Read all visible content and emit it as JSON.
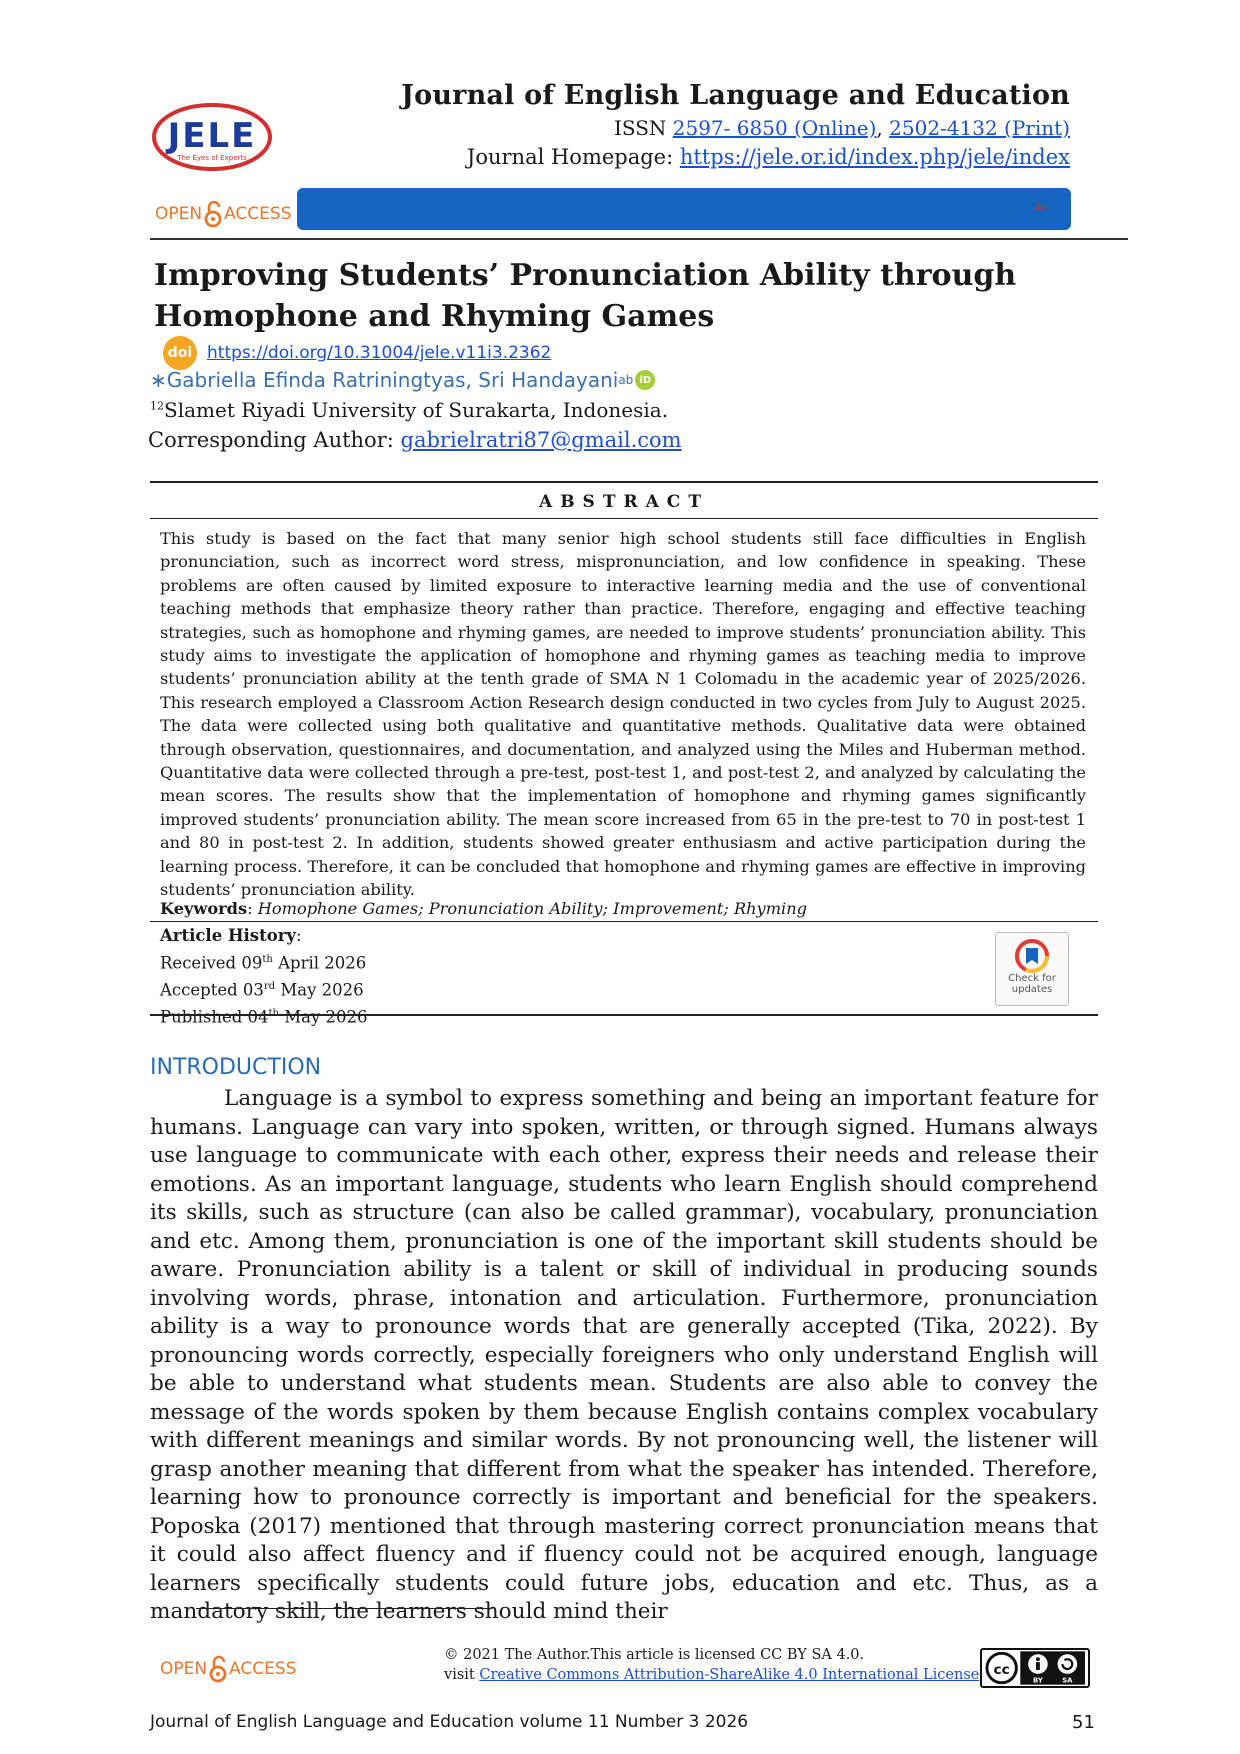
{
  "header": {
    "logo_text": "JELE",
    "logo_tagline": "The Eyes of Experts",
    "journal_title": "Journal of English Language and Education",
    "issn_prefix": "ISSN ",
    "issn_online": "2597- 6850 (Online)",
    "issn_sep": ", ",
    "issn_print": "2502-4132 (Print)",
    "homepage_label": "Journal Homepage: ",
    "homepage_url": "https://jele.or.id/index.php/jele/index",
    "open_access_left": "OPEN",
    "open_access_right": "ACCESS",
    "bar_text": "Ar",
    "bar_color": "#1565c0",
    "accent_color": "#e8762b"
  },
  "title": {
    "line1": "Improving Students’ Pronunciation Ability through",
    "line2": "Homophone and Rhyming Games",
    "doi_badge": "doi",
    "doi_url": "https://doi.org/10.31004/jele.v11i3.2362",
    "author_prefix": "∗ ",
    "authors": "Gabriella Efinda Ratriningtyas, Sri Handayani",
    "author_sup": "ab",
    "orcid_badge": "iD",
    "affil_sup": "12",
    "affiliation": "Slamet Riyadi University of Surakarta, Indonesia.",
    "corresponding_label": "Corresponding Author: ",
    "corresponding_email": "gabrielratri87@gmail.com"
  },
  "abstract": {
    "heading": "ABSTRACT",
    "body": "This study is based on the fact that many senior high school students still face difficulties in English pronunciation, such as incorrect word stress, mispronunciation, and low confidence in speaking. These problems are often caused by limited exposure to interactive learning media and the use of conventional teaching methods that emphasize theory rather than practice. Therefore, engaging and effective teaching strategies, such as homophone and rhyming games, are needed to improve students’ pronunciation ability. This study aims to investigate the application of homophone and rhyming games as teaching media to improve students’ pronunciation ability at the tenth grade of SMA N 1 Colomadu in the academic year of 2025/2026. This research employed a Classroom Action Research design conducted in two cycles from July to August 2025. The data were collected using both qualitative and quantitative methods. Qualitative data were obtained through observation, questionnaires, and documentation, and analyzed using the Miles and Huberman method. Quantitative data were collected through a pre-test, post-test 1, and post-test 2, and analyzed by calculating the mean scores. The results show that the implementation of homophone and rhyming games significantly improved students’ pronunciation ability. The mean score increased from 65 in the pre-test to 70 in post-test 1 and 80 in post-test 2. In addition, students showed greater enthusiasm and active participation during the learning process. Therefore, it can be concluded that homophone and rhyming games are effective in improving students’ pronunciation ability.",
    "keywords_label": "Keywords",
    "keywords_colon": ": ",
    "keywords": "Homophone Games; Pronunciation Ability; Improvement; Rhyming"
  },
  "history": {
    "label": "Article History",
    "colon": ":",
    "received_pre": "Received 09",
    "received_sup": "th",
    "received_post": " April 2026",
    "accepted_pre": "Accepted 03",
    "accepted_sup": "rd",
    "accepted_post": " May 2026",
    "published_pre": "Published 04",
    "published_sup": "th",
    "published_post": " May 2026",
    "check_updates": "Check for updates"
  },
  "introduction": {
    "heading": "INTRODUCTION",
    "body": "Language is a symbol to express something and being an important feature for humans. Language can vary into spoken, written, or through signed. Humans always use language to communicate with each other, express their needs and release their emotions. As an important language, students who learn English should comprehend its skills, such as structure (can also be called grammar), vocabulary, pronunciation and etc. Among them, pronunciation is one of the important skill students should be aware. Pronunciation ability is a talent or skill of individual in producing sounds involving words, phrase, intonation and articulation. Furthermore, pronunciation ability is a way to pronounce words that are generally accepted (Tika, 2022). By pronouncing words correctly, especially foreigners who only understand English will be able to understand what students mean. Students are also able to convey the message of the words spoken by them because English contains complex vocabulary with different meanings and similar words. By not pronouncing well, the listener will grasp another meaning that different from what the speaker has intended. Therefore, learning how to pronounce correctly is important and beneficial for the speakers. Poposka (2017) mentioned that through mastering correct pronunciation means that it could also affect fluency and if fluency could not be acquired enough, language learners specifically students could future jobs, education and etc. Thus, as a mandatory skill, the learners should mind their"
  },
  "footer": {
    "license_line1": "© 2021 The Author.This article is licensed CC BY SA 4.0.",
    "license_visit": "visit ",
    "license_link": "Creative Commons Attribution-ShareAlike 4.0 International License",
    "license_end": ".",
    "cc_by": "BY",
    "cc_sa": "SA",
    "journal_line": "Journal of English Language and Education volume 11 Number 3 2026",
    "page_number": "51"
  }
}
